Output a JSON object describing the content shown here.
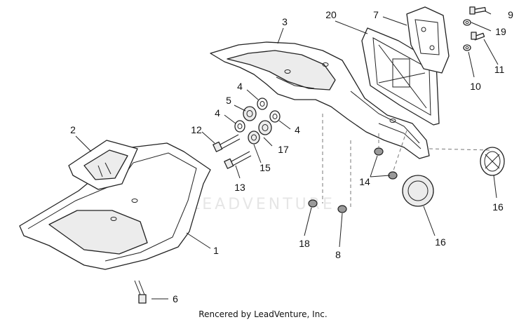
{
  "watermark": "LEADVENTURE",
  "credit": "Rencered by LeadVenture, Inc.",
  "callouts": [
    {
      "id": "1",
      "text": "1"
    },
    {
      "id": "2",
      "text": "2"
    },
    {
      "id": "3",
      "text": "3"
    },
    {
      "id": "4a",
      "text": "4"
    },
    {
      "id": "4b",
      "text": "4"
    },
    {
      "id": "4c",
      "text": "4"
    },
    {
      "id": "5",
      "text": "5"
    },
    {
      "id": "6",
      "text": "6"
    },
    {
      "id": "7",
      "text": "7"
    },
    {
      "id": "8",
      "text": "8"
    },
    {
      "id": "9",
      "text": "9"
    },
    {
      "id": "10",
      "text": "10"
    },
    {
      "id": "11",
      "text": "11"
    },
    {
      "id": "12",
      "text": "12"
    },
    {
      "id": "13",
      "text": "13"
    },
    {
      "id": "14",
      "text": "14"
    },
    {
      "id": "15",
      "text": "15"
    },
    {
      "id": "16a",
      "text": "16"
    },
    {
      "id": "16b",
      "text": "16"
    },
    {
      "id": "17",
      "text": "17"
    },
    {
      "id": "18",
      "text": "18"
    },
    {
      "id": "19",
      "text": "19"
    },
    {
      "id": "20",
      "text": "20"
    }
  ]
}
